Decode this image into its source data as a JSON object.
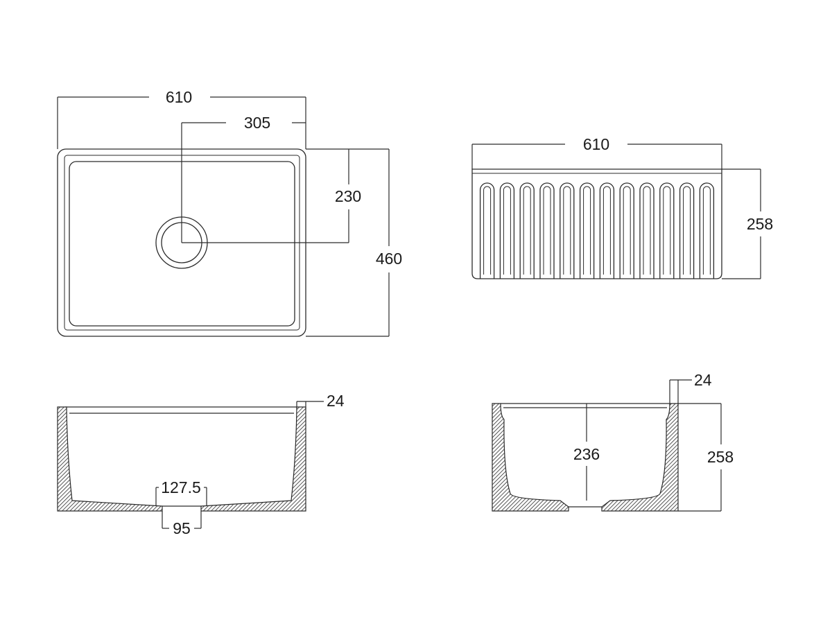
{
  "colors": {
    "line": "#2a2a2a",
    "background": "#ffffff"
  },
  "top_view": {
    "width_label": "610",
    "waste_offset_label": "305",
    "waste_depth_label": "230",
    "depth_label": "460"
  },
  "front_view": {
    "width_label": "610",
    "height_label": "258",
    "flute_count": 12
  },
  "long_section": {
    "wall_label": "24",
    "outlet_outer_label": "127.5",
    "outlet_inner_label": "95"
  },
  "short_section": {
    "wall_label": "24",
    "inner_depth_label": "236",
    "height_label": "258"
  }
}
